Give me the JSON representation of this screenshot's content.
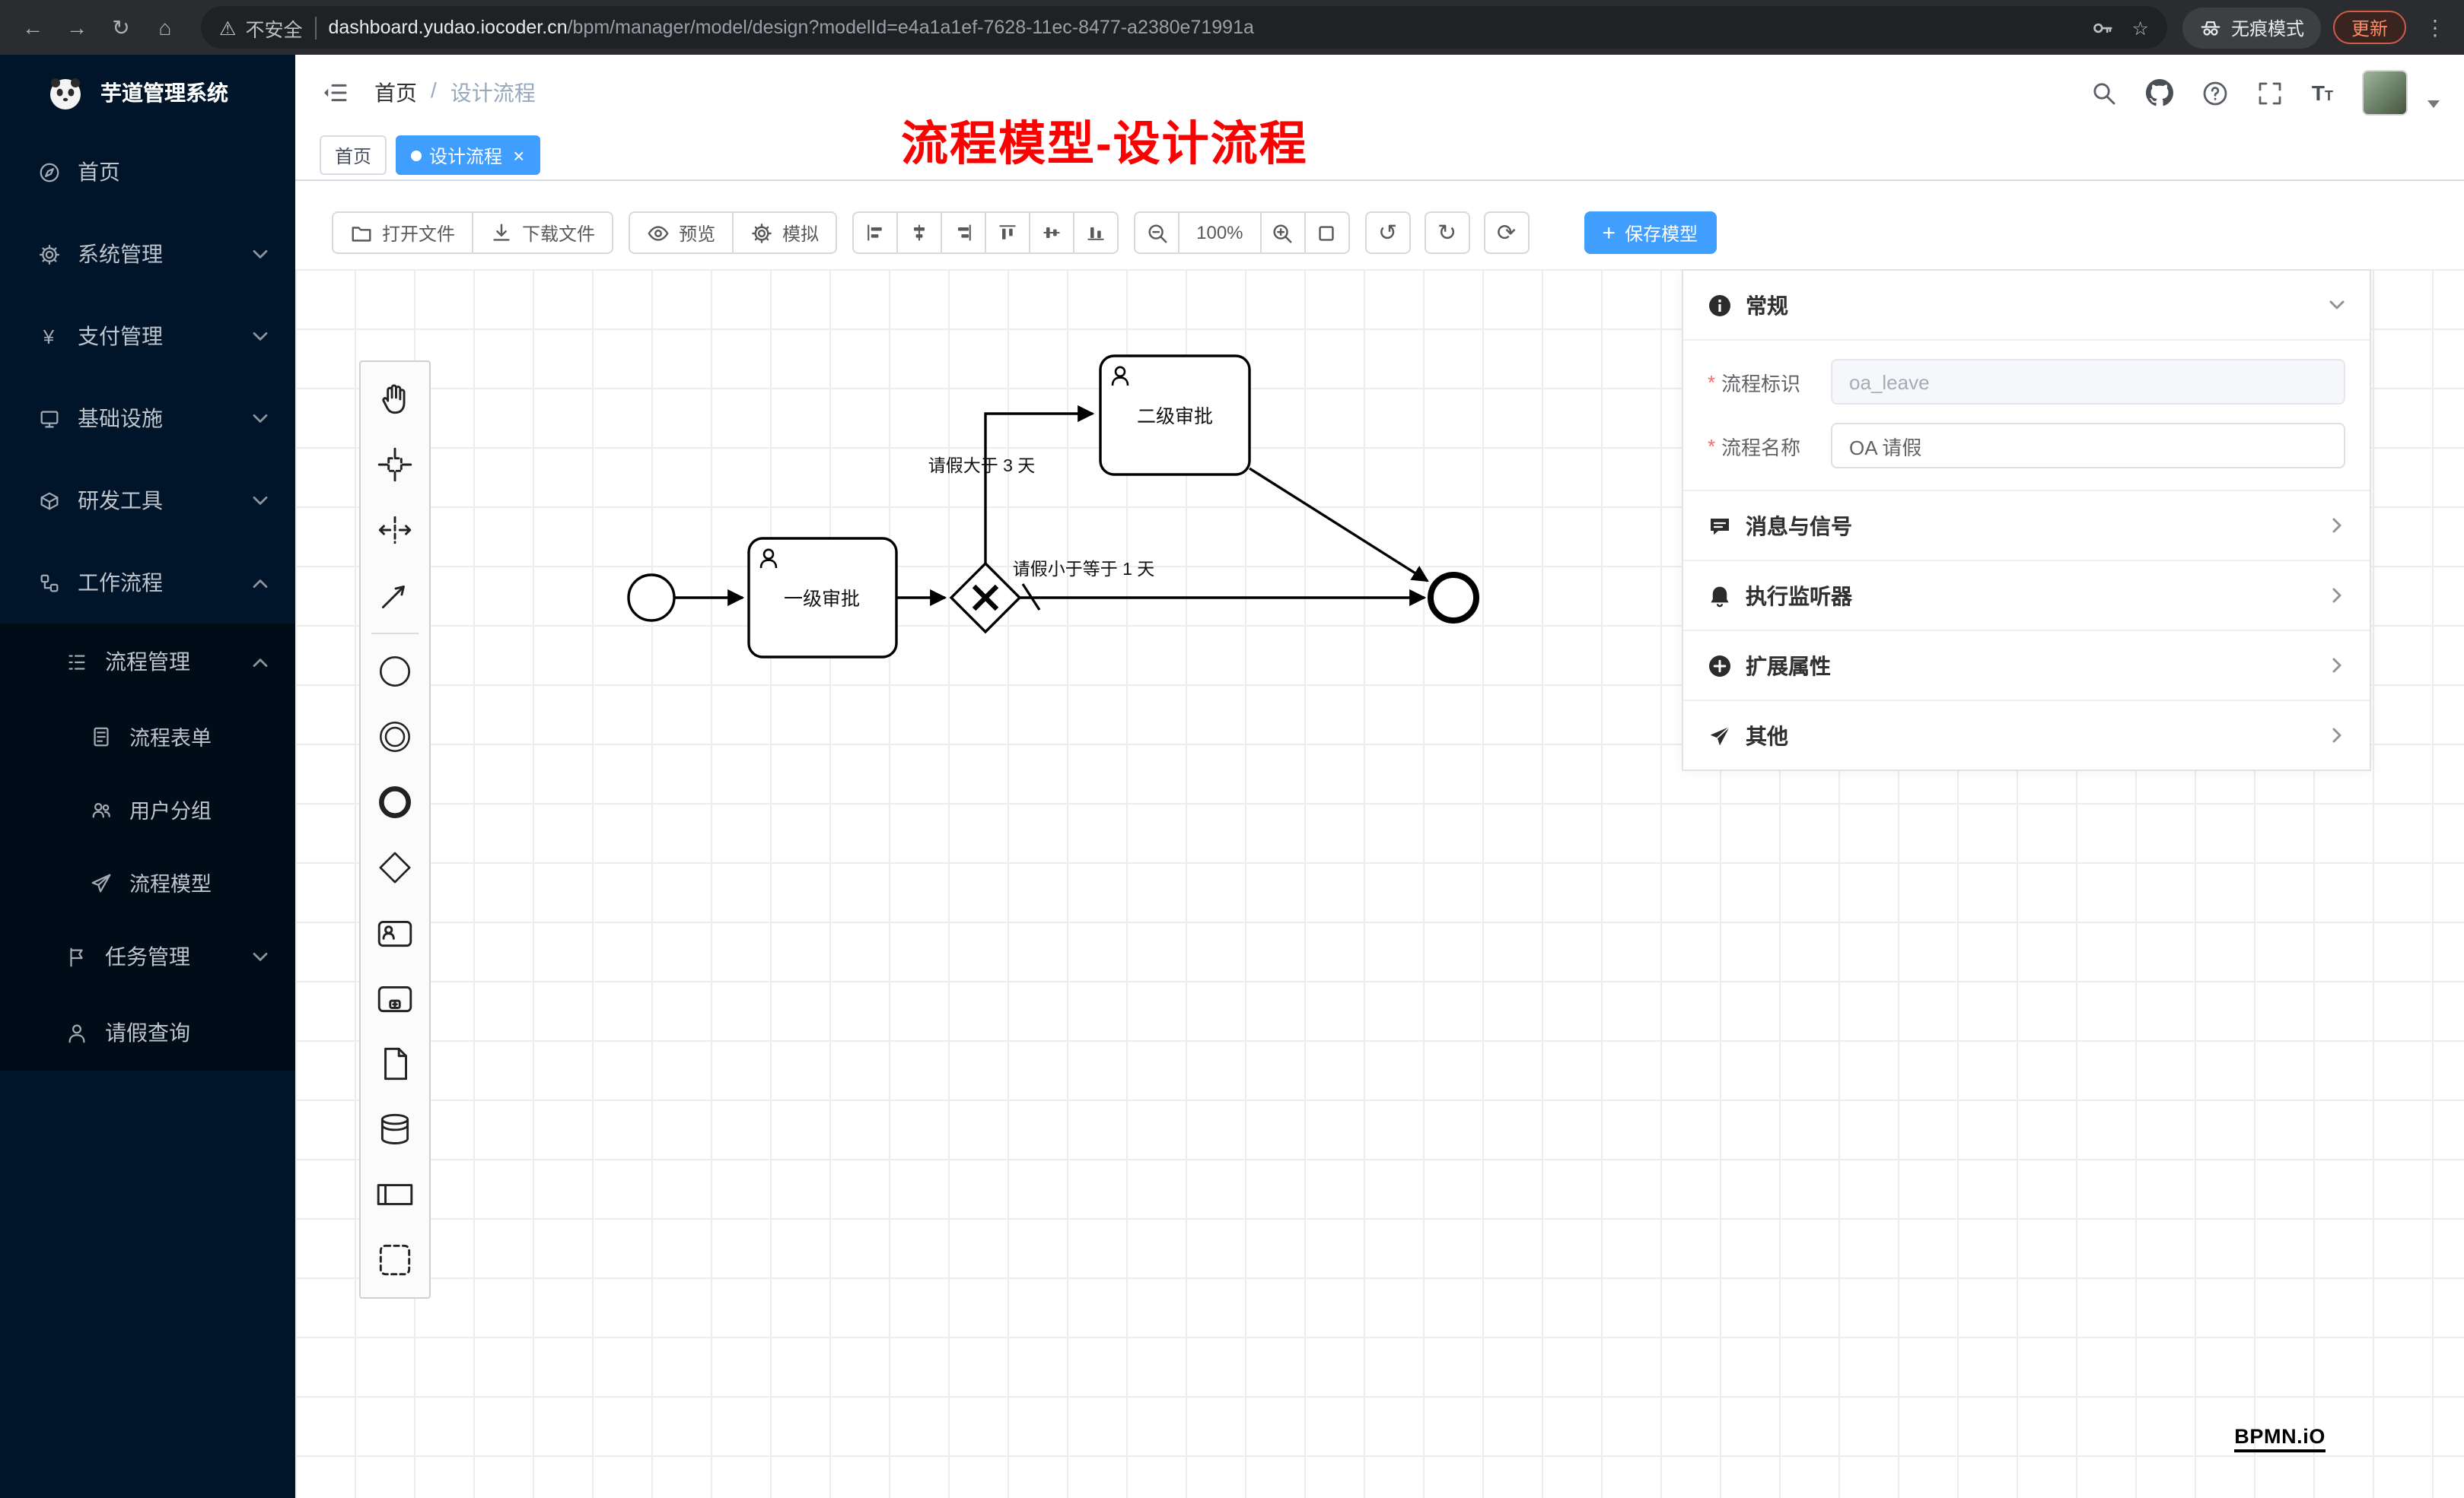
{
  "browser": {
    "security_label": "不安全",
    "url_host": "dashboard.yudao.iocoder.cn",
    "url_rest": "/bpm/manager/model/design?modelId=e4a1a1ef-7628-11ec-8477-a2380e71991a",
    "incognito_label": "无痕模式",
    "update_label": "更新"
  },
  "icons": {
    "back": "←",
    "forward": "→",
    "reload": "↻",
    "home": "⌂",
    "warning": "⚠",
    "star": "☆",
    "menu_dots": "⋮",
    "undo": "↺",
    "redo": "↻",
    "refresh": "⟳",
    "close": "×",
    "plus": "+",
    "asterisk": "*",
    "yen": "¥",
    "slash": "/",
    "question": "?"
  },
  "sidebar": {
    "app_title": "芋道管理系统",
    "items": [
      {
        "label": "首页"
      },
      {
        "label": "系统管理"
      },
      {
        "label": "支付管理"
      },
      {
        "label": "基础设施"
      },
      {
        "label": "研发工具"
      },
      {
        "label": "工作流程"
      }
    ],
    "submenu": {
      "process_mgmt": "流程管理",
      "process_form": "流程表单",
      "user_group": "用户分组",
      "process_model": "流程模型",
      "task_mgmt": "任务管理",
      "leave_query": "请假查询"
    }
  },
  "navbar": {
    "breadcrumb_home": "首页",
    "breadcrumb_sep": "/",
    "breadcrumb_current": "设计流程",
    "font_size_icon": "T"
  },
  "annotation": "流程模型-设计流程",
  "tabs": [
    {
      "label": "首页"
    },
    {
      "label": "设计流程"
    }
  ],
  "toolbar": {
    "open_file": "打开文件",
    "download_file": "下载文件",
    "preview": "预览",
    "simulate": "模拟",
    "zoom_level": "100%",
    "save_model": "保存模型"
  },
  "diagram": {
    "task1": "一级审批",
    "task2": "二级审批",
    "edge_gt3": "请假大于 3 天",
    "edge_le1": "请假小于等于 1 天"
  },
  "panel": {
    "general": "常规",
    "field_key_label": "流程标识",
    "field_key_value": "oa_leave",
    "field_name_label": "流程名称",
    "field_name_value": "OA 请假",
    "messages": "消息与信号",
    "listeners": "执行监听器",
    "ext_attrs": "扩展属性",
    "other": "其他"
  },
  "watermark": "BPMN.iO"
}
